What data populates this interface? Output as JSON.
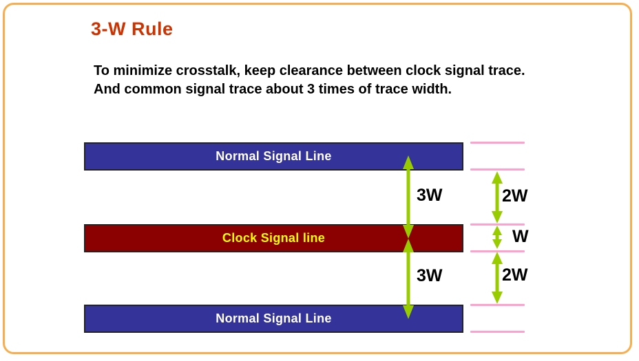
{
  "title": "3-W Rule",
  "description": {
    "line1": "To minimize crosstalk, keep clearance between clock signal trace.",
    "line2": "And common signal trace about 3 times of trace width."
  },
  "diagram": {
    "bars": [
      {
        "label": "Normal Signal Line",
        "fill": "#333399",
        "text_color": "#ffffff"
      },
      {
        "label": "Clock Signal line",
        "fill": "#8b0000",
        "text_color": "#ffff00"
      },
      {
        "label": "Normal Signal Line",
        "fill": "#333399",
        "text_color": "#ffffff"
      }
    ],
    "center_measurements": [
      {
        "label": "3W",
        "meaning": "center-to-center spacing, top normal line to clock line"
      },
      {
        "label": "3W",
        "meaning": "center-to-center spacing, clock line to bottom normal line"
      }
    ],
    "side_measurements": [
      {
        "label": "2W",
        "meaning": "edge-to-edge gap above clock line"
      },
      {
        "label": "W",
        "meaning": "clock trace width"
      },
      {
        "label": "2W",
        "meaning": "edge-to-edge gap below clock line"
      }
    ],
    "colors": {
      "arrow_green": "#99cc00",
      "tick_pink": "#ffa0cf",
      "frame_orange": "#f9ae4e",
      "title_red": "#cc3300",
      "bar_border": "#222222"
    }
  }
}
